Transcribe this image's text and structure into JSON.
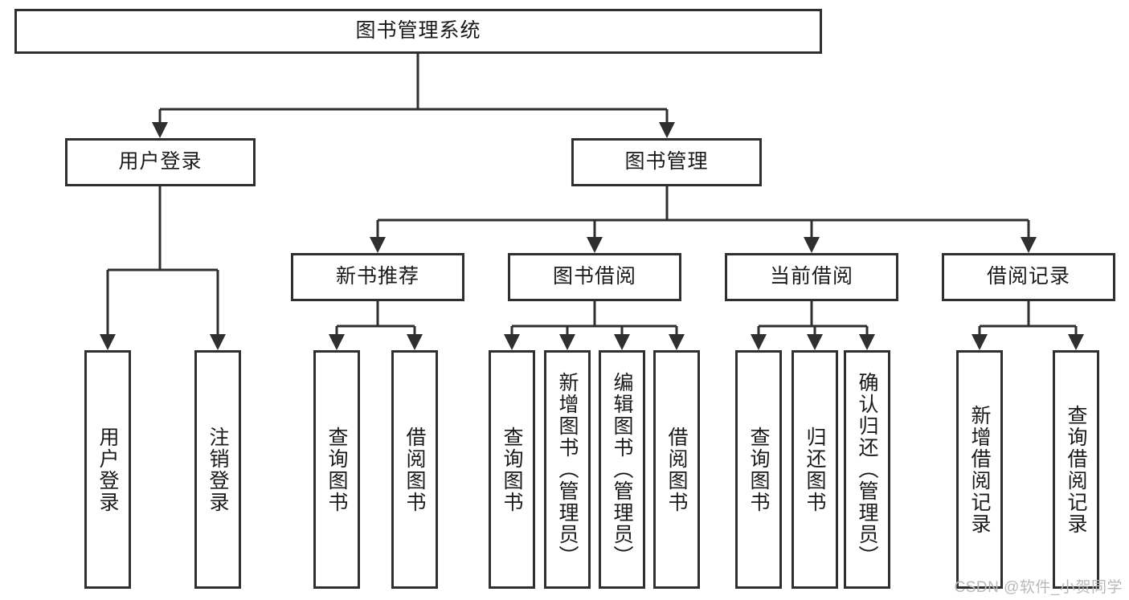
{
  "diagram": {
    "type": "tree-hierarchy",
    "title": "图书管理系统",
    "root": {
      "label": "图书管理系统",
      "orientation": "horizontal"
    },
    "level2": [
      {
        "label": "用户登录",
        "orientation": "horizontal"
      },
      {
        "label": "图书管理",
        "orientation": "horizontal"
      }
    ],
    "level3": [
      {
        "label": "新书推荐",
        "orientation": "horizontal",
        "parent": "图书管理"
      },
      {
        "label": "图书借阅",
        "orientation": "horizontal",
        "parent": "图书管理"
      },
      {
        "label": "当前借阅",
        "orientation": "horizontal",
        "parent": "图书管理"
      },
      {
        "label": "借阅记录",
        "orientation": "horizontal",
        "parent": "图书管理"
      }
    ],
    "leaves": [
      {
        "label": "用户登录",
        "orientation": "vertical",
        "parent": "用户登录"
      },
      {
        "label": "注销登录",
        "orientation": "vertical",
        "parent": "用户登录"
      },
      {
        "label": "查询图书",
        "orientation": "vertical",
        "parent": "新书推荐"
      },
      {
        "label": "借阅图书",
        "orientation": "vertical",
        "parent": "新书推荐"
      },
      {
        "label": "查询图书",
        "orientation": "vertical",
        "parent": "图书借阅"
      },
      {
        "label": "新增图书（管理员）",
        "orientation": "vertical",
        "parent": "图书借阅"
      },
      {
        "label": "编辑图书（管理员）",
        "orientation": "vertical",
        "parent": "图书借阅"
      },
      {
        "label": "借阅图书",
        "orientation": "vertical",
        "parent": "图书借阅"
      },
      {
        "label": "查询图书",
        "orientation": "vertical",
        "parent": "当前借阅"
      },
      {
        "label": "归还图书",
        "orientation": "vertical",
        "parent": "当前借阅"
      },
      {
        "label": "确认归还（管理员）",
        "orientation": "vertical",
        "parent": "当前借阅"
      },
      {
        "label": "新增借阅记录",
        "orientation": "vertical",
        "parent": "借阅记录"
      },
      {
        "label": "查询借阅记录",
        "orientation": "vertical",
        "parent": "借阅记录"
      }
    ],
    "colors": {
      "stroke": "#2f2f2f",
      "fill": "#ffffff",
      "text": "#1a1a1a",
      "watermark": "#b9b9b9"
    }
  },
  "watermark": {
    "text": "CSDN @软件_小贺同学"
  }
}
